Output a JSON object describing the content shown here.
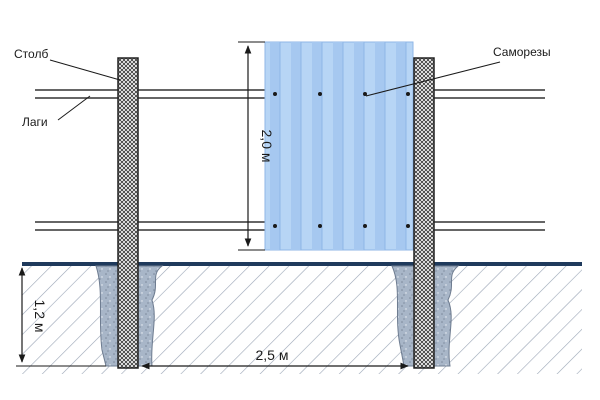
{
  "labels": {
    "post": "Столб",
    "rails": "Лаги",
    "screws": "Саморезы"
  },
  "dimensions": {
    "sheet_height": "2,0 м",
    "post_spacing": "2,5 м",
    "post_depth": "1,2 м"
  },
  "colors": {
    "ground_line": "#1f3a5c",
    "ground_hatch": "#9aa5b5",
    "concrete": "#a8b6c8",
    "sheet_fill": "#b7d5f5",
    "sheet_rib": "#8fb6e6",
    "post_mesh": "#444444",
    "rail": "#333333"
  }
}
